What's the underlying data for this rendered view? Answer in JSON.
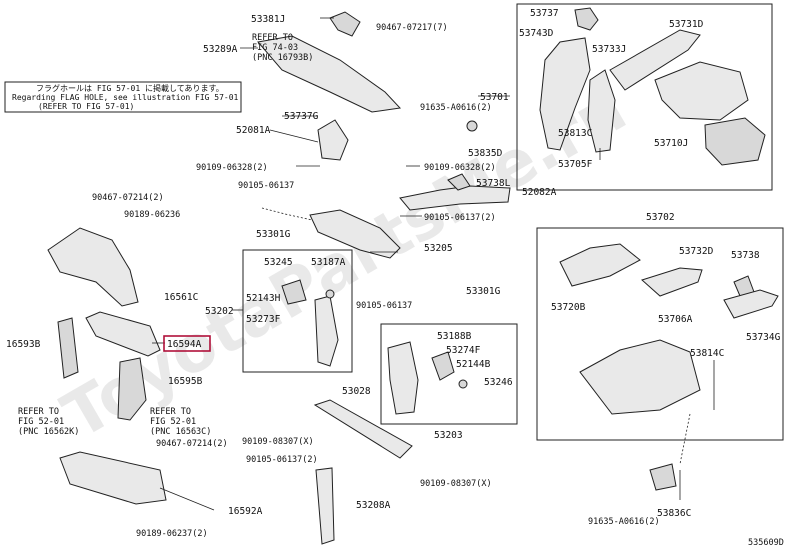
{
  "labels": {
    "p53381J": "53381J",
    "p90467_07217": "90467-07217(7)",
    "p53289A": "53289A",
    "ref74_1": "REFER TO",
    "ref74_2": "FIG 74-03",
    "ref74_3": "(PNC 16793B)",
    "note_jp": "フラグホールは FIG 57-01 に掲載してあります。",
    "note_en": "Regarding FLAG HOLE, see illustration FIG 57-01",
    "note_ref": "(REFER TO FIG 57-01)",
    "p53737": "53737",
    "p53743D": "53743D",
    "p53733J": "53733J",
    "p53731D": "53731D",
    "p53701": "53701",
    "p91635_A0616_a": "91635-A0616(2)",
    "p53813C": "53813C",
    "p53835D": "53835D",
    "p53705F": "53705F",
    "p53710J": "53710J",
    "p53737G": "53737G",
    "p52081A": "52081A",
    "p90109_06328_a": "90109-06328(2)",
    "p90109_06328_b": "90109-06328(2)",
    "p90105_06137_a": "90105-06137",
    "p53738L": "53738L",
    "p52082A": "52082A",
    "p90105_06137_b": "90105-06137(2)",
    "p90467_07214_a": "90467-07214(2)",
    "p90189_06236": "90189-06236",
    "p53301G_a": "53301G",
    "p53205": "53205",
    "p53702": "53702",
    "p53245": "53245",
    "p53187A": "53187A",
    "p52143H": "52143H",
    "p53202": "53202",
    "p53273F": "53273F",
    "p16561C": "16561C",
    "p90105_06137_c": "90105-06137",
    "p53301G_b": "53301G",
    "p53732D": "53732D",
    "p53738": "53738",
    "p53720B": "53720B",
    "p53734G": "53734G",
    "p53706A": "53706A",
    "p16593B": "16593B",
    "p16594A": "16594A",
    "p53188B": "53188B",
    "p53274F": "53274F",
    "p52144B": "52144B",
    "p53246": "53246",
    "p53814C": "53814C",
    "p16595B": "16595B",
    "p53028": "53028",
    "ref52a_1": "REFER TO",
    "ref52a_2": "FIG 52-01",
    "ref52a_3": "(PNC 16562K)",
    "ref52b_1": "REFER TO",
    "ref52b_2": "FIG 52-01",
    "ref52b_3": "(PNC 16563C)",
    "p53203": "53203",
    "p90467_07214_b": "90467-07214(2)",
    "p90109_08307_a": "90109-08307(X)",
    "p90105_06137_d": "90105-06137(2)",
    "p90109_08307_b": "90109-08307(X)",
    "p53208A": "53208A",
    "p16592A": "16592A",
    "p90189_06237": "90189-06237(2)",
    "p91635_A0616_b": "91635-A0616(2)",
    "p53836C": "53836C",
    "fig_code": "535609D"
  },
  "highlight_part": "16594A",
  "highlight_color": "#b0103a",
  "watermark": "ToyotaPartsMe.ru"
}
